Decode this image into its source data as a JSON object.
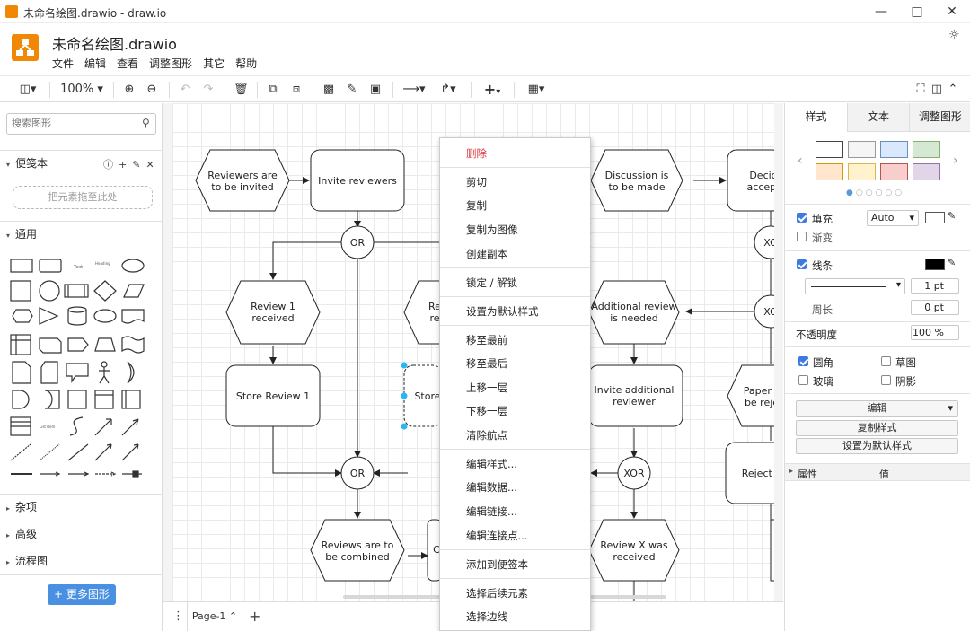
{
  "window": {
    "title": "未命名绘图.drawio - draw.io"
  },
  "header": {
    "doc_title": "未命名绘图.drawio"
  },
  "menu": [
    "文件",
    "编辑",
    "查看",
    "调整图形",
    "其它",
    "帮助"
  ],
  "toolbar": {
    "zoom": "100%"
  },
  "left": {
    "search_placeholder": "搜索图形",
    "scratchpad_title": "便笺本",
    "dropzone": "把元素拖至此处",
    "general_title": "通用",
    "sections": [
      "杂项",
      "高级",
      "流程图"
    ],
    "more_shapes": "+ 更多图形"
  },
  "diagram": {
    "nodes": [
      "Reviewers are\nto be invited",
      "Invite reviewers",
      "OR",
      "Review 1\nreceived",
      "Re\nre",
      "Store Review 1",
      "Store",
      "OR",
      "Reviews are to\nbe combined",
      "C",
      "Discussion is\nto be made",
      "Decid\naccept",
      "XOR",
      "XOR",
      "Additional review\nis needed",
      "Invite additional\nreviewer",
      "Paper s\nbe reje",
      "XOR",
      "Reject p",
      "Review X was\nreceived"
    ]
  },
  "context_menu": {
    "items": [
      "删除",
      "剪切",
      "复制",
      "复制为图像",
      "创建副本",
      "锁定 / 解锁",
      "设置为默认样式",
      "移至最前",
      "移至最后",
      "上移一层",
      "下移一层",
      "清除航点",
      "编辑样式...",
      "编辑数据...",
      "编辑链接...",
      "编辑连接点...",
      "添加到便签本",
      "选择后续元素",
      "选择边线"
    ],
    "danger_color": "#d9363e"
  },
  "page_tabs": {
    "current": "Page-1"
  },
  "right": {
    "tabs": [
      "样式",
      "文本",
      "调整图形"
    ],
    "swatch_colors": [
      "#ffffff",
      "#f5f5f5",
      "#dae8fc",
      "#d5e8d4",
      "#ffe6cc",
      "#fff2cc",
      "#f8cecc",
      "#e1d5e7"
    ],
    "fill_label": "填充",
    "fill_value": "Auto",
    "gradient_label": "渐变",
    "line_label": "线条",
    "line_width": "1 pt",
    "perimeter_label": "周长",
    "perimeter_value": "0 pt",
    "opacity_label": "不透明度",
    "opacity_value": "100 %",
    "rounded_label": "圆角",
    "sketch_label": "草图",
    "glass_label": "玻璃",
    "shadow_label": "阴影",
    "edit_label": "编辑",
    "copy_style": "复制样式",
    "set_default": "设置为默认样式",
    "prop_col": "属性",
    "value_col": "值"
  }
}
